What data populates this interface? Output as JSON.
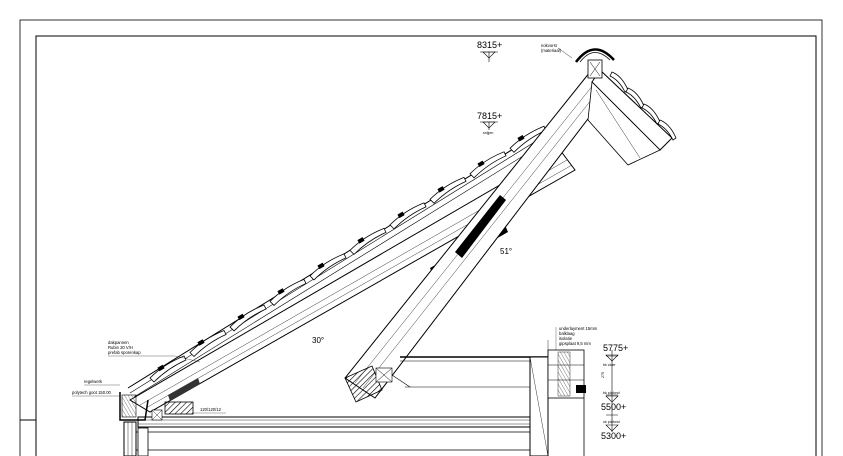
{
  "levels": [
    {
      "value": "8315+",
      "sub": ""
    },
    {
      "value": "7815+",
      "sub": "snijpm"
    },
    {
      "value": "5775+",
      "sub": "bk vloer"
    },
    {
      "value": "5500+",
      "sub": "bk plafond"
    },
    {
      "value": "5300+",
      "sub": "ok plafond"
    }
  ],
  "angles": {
    "lower_roof": "30°",
    "upper_roof": "51°"
  },
  "annotations": {
    "ridge": [
      "nokvorst",
      "(materiaal)"
    ],
    "eave_left": [
      "dakpannen",
      "Rubin 20 V/H",
      "prefab sporenkap"
    ],
    "gutter_top": "regelwerk",
    "gutter": "polytech goot 150.00",
    "beam": "120/120/12",
    "floor": [
      "underlayment 15mm",
      "balklaag",
      "isolatie",
      "gipsplaat 9,5 mm"
    ],
    "dim_right": "275"
  },
  "colors": {
    "line": "#000000",
    "hatch": "#000000",
    "frame": "#444444"
  }
}
